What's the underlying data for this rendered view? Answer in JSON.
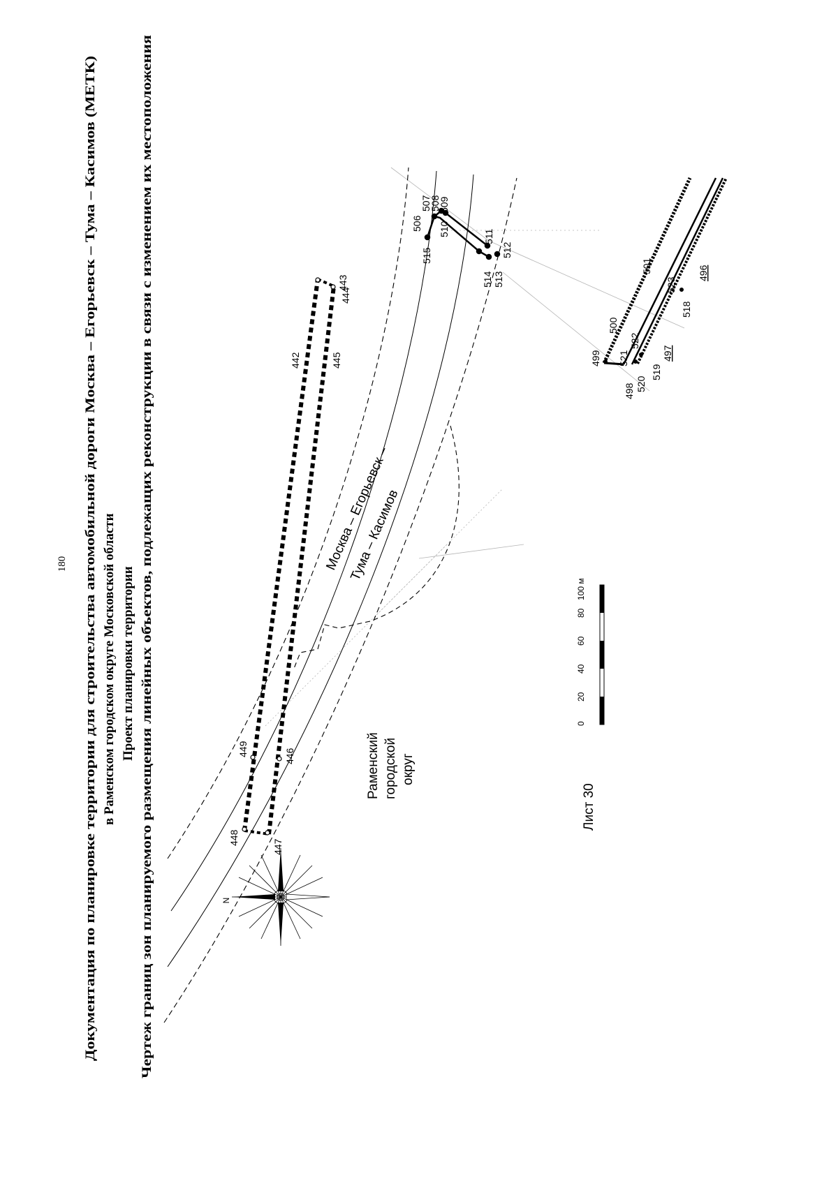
{
  "page_number": "180",
  "header": {
    "line1": "Документация по планировке территории для строительства автомобильной дороги Москва – Егорьевск – Тума – Касимов (МЕТК)",
    "line2": "в Раменском городском округе Московской области",
    "line3": "Проект планировки территории",
    "line4": "Чертеж границ зон планируемого размещения линейных объектов, подлежащих реконструкции в связи с изменением их местоположения"
  },
  "road_name": {
    "line1": "Москва – Егорьевск –",
    "line2": "Тума – Касимов"
  },
  "district": {
    "line1": "Раменский",
    "line2": "городской",
    "line3": "округ"
  },
  "sheet_label": "Лист 30",
  "compass": {
    "north_letter": "N"
  },
  "scale_bar": {
    "ticks": [
      "0",
      "20",
      "40",
      "60",
      "80",
      "100 м"
    ]
  },
  "point_labels": [
    "443",
    "444",
    "442",
    "445",
    "449",
    "446",
    "448",
    "447",
    "506",
    "507",
    "508",
    "509",
    "510",
    "511",
    "512",
    "513",
    "514",
    "515",
    "499",
    "500",
    "501",
    "521",
    "522",
    "523",
    "498",
    "520",
    "519",
    "518",
    "497",
    "496"
  ],
  "colors": {
    "ink": "#000000",
    "faint": "#9a9a9a"
  }
}
